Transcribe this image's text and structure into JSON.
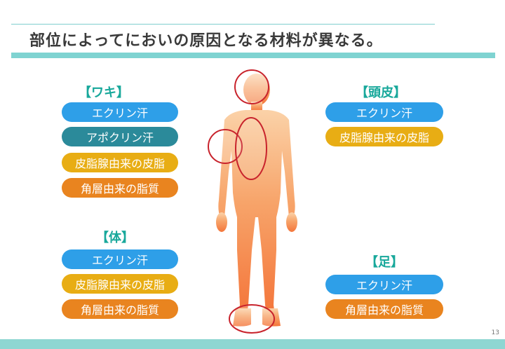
{
  "title": "部位によってにおいの原因となる材料が異なる。",
  "page_number": "13",
  "sections": {
    "waki": {
      "heading": "【ワキ】",
      "items": [
        "エクリン汗",
        "アポクリン汗",
        "皮脂腺由来の皮脂",
        "角層由来の脂質"
      ]
    },
    "tohi": {
      "heading": "【頭皮】",
      "items": [
        "エクリン汗",
        "皮脂腺由来の皮脂"
      ]
    },
    "karada": {
      "heading": "【体】",
      "items": [
        "エクリン汗",
        "皮脂腺由来の皮脂",
        "角層由来の脂質"
      ]
    },
    "ashi": {
      "heading": "【足】",
      "items": [
        "エクリン汗",
        "角層由来の脂質"
      ]
    }
  },
  "colors": {
    "accent": "#7fd3d1",
    "heading": "#18a89b",
    "blue": "#2e9fe8",
    "teal": "#2b8a9a",
    "yellow": "#e8ad14",
    "orange": "#e9841f",
    "circle": "#c8232c"
  }
}
